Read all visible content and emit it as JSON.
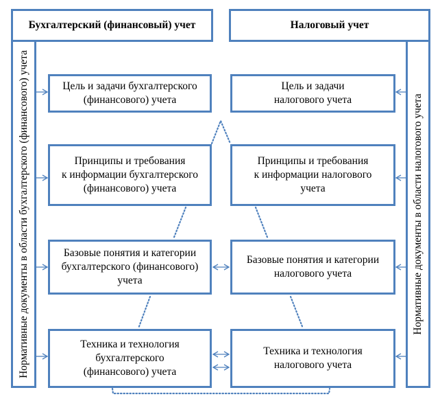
{
  "headers": {
    "left": "Бухгалтерский (финансовый) учет",
    "right": "Налоговый учет"
  },
  "side_bars": {
    "left": "Нормативные документы в области бухгалтерского (финансового) учета",
    "right": "Нормативные документы в области налогового учета"
  },
  "rows": [
    {
      "left": "Цель и задачи бухгалтерского\n(финансового) учета",
      "right": "Цель и задачи\nналогового учета"
    },
    {
      "left": "Принципы и требования\nк информации бухгалтерского\n(финансового) учета",
      "right": "Принципы и требования\nк информации налогового\nучета"
    },
    {
      "left": "Базовые понятия и категории\nбухгалтерского (финансового)\nучета",
      "right": "Базовые понятия и категории\nналогового учета"
    },
    {
      "left": "Техника и технология\nбухгалтерского\n(финансового) учета",
      "right": "Техника и технология\nналогового учета"
    }
  ],
  "colors": {
    "border": "#4f81bd",
    "connector": "#4f81bd",
    "text": "#000000",
    "background": "#ffffff"
  }
}
